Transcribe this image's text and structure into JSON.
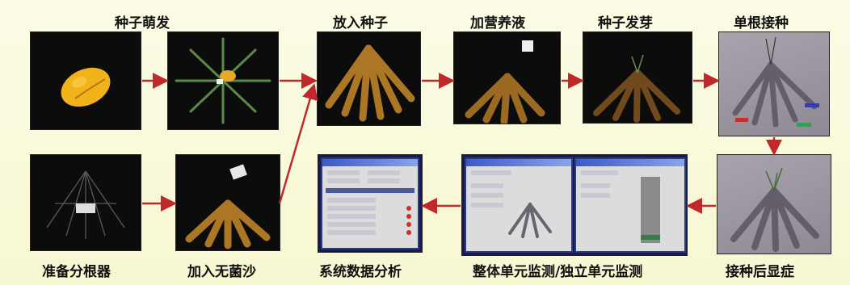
{
  "labels": {
    "seed_germination": "种子萌发",
    "put_seeds": "放入种子",
    "add_nutrient": "加营养液",
    "seed_sprout": "种子发芽",
    "single_root_inoculation": "单根接种",
    "prepare_root_divider": "准备分根器",
    "add_sterile_sand": "加入无菌沙",
    "system_data_analysis": "系统数据分析",
    "whole_independent_monitoring": "整体单元监测/独立单元监测",
    "post_inoculation_symptoms": "接种后显症"
  },
  "colors": {
    "arrow": "#c0282a",
    "panel_dark": "#0c0c0c",
    "tube": "#c98a2a",
    "seed": "#f2b21a"
  },
  "icons": [
    "arrow-right-icon",
    "arrow-down-icon",
    "arrow-left-icon"
  ]
}
